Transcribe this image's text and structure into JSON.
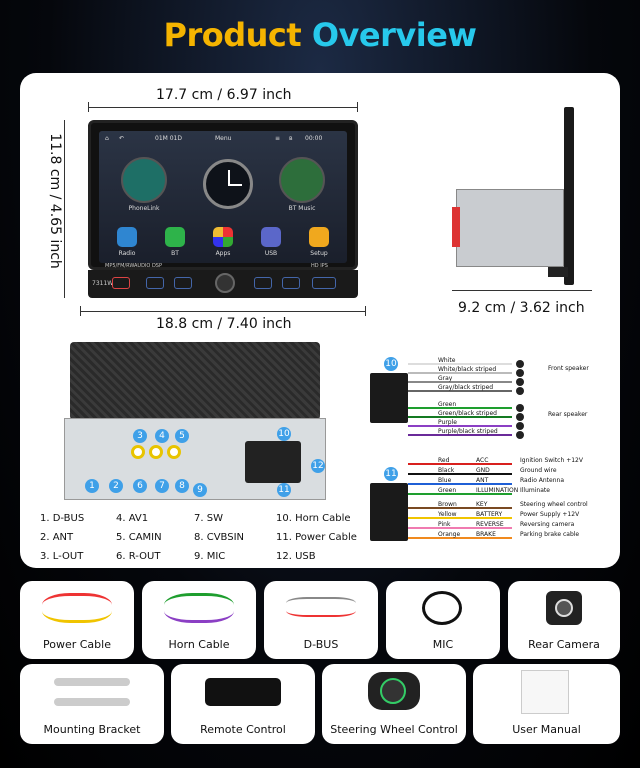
{
  "title": {
    "word1": "Product",
    "word2": "Overview"
  },
  "dimensions": {
    "front_width": "17.7 cm / 6.97 inch",
    "front_height": "11.8 cm / 4.65 inch",
    "panel_width": "18.8 cm / 7.40 inch",
    "depth": "9.2 cm / 3.62 inch"
  },
  "screen": {
    "status_date": "01M 01D",
    "status_menu": "Menu",
    "status_time": "00:00",
    "apps_top": [
      {
        "label": "PhoneLink"
      },
      {
        "label": "BT Music"
      }
    ],
    "apps_bottom": [
      {
        "label": "Radio"
      },
      {
        "label": "BT"
      },
      {
        "label": "Apps"
      },
      {
        "label": "USB"
      },
      {
        "label": "Setup"
      }
    ],
    "model": "7311W",
    "strip_left": "MP5/FM/RWAUDIO DSP",
    "strip_right": "HD IPS"
  },
  "ports": [
    {
      "n": "1",
      "label": "1. D-BUS"
    },
    {
      "n": "2",
      "label": "2. ANT"
    },
    {
      "n": "3",
      "label": "3. L-OUT"
    },
    {
      "n": "4",
      "label": "4. AV1"
    },
    {
      "n": "5",
      "label": "5. CAMIN"
    },
    {
      "n": "6",
      "label": "6. R-OUT"
    },
    {
      "n": "7",
      "label": "7. SW"
    },
    {
      "n": "8",
      "label": "8. CVBSIN"
    },
    {
      "n": "9",
      "label": "9. MIC"
    },
    {
      "n": "10",
      "label": "10. Horn Cable"
    },
    {
      "n": "11",
      "label": "11. Power Cable"
    },
    {
      "n": "12",
      "label": "12. USB"
    }
  ],
  "horn_wires": [
    {
      "label": "White",
      "color": "#dddddd"
    },
    {
      "label": "White/black striped",
      "color": "#bbbbbb"
    },
    {
      "label": "Gray",
      "color": "#888888"
    },
    {
      "label": "Gray/black striped",
      "color": "#666666"
    },
    {
      "label": "Green",
      "color": "#1e9e2e"
    },
    {
      "label": "Green/black striped",
      "color": "#147a22"
    },
    {
      "label": "Purple",
      "color": "#8b3fc4"
    },
    {
      "label": "Purple/black striped",
      "color": "#6a2a99"
    }
  ],
  "horn_notes": {
    "front": "Front speaker",
    "rear": "Rear speaker"
  },
  "power_wires": [
    {
      "label": "Red",
      "code": "ACC",
      "desc": "Ignition Switch +12V",
      "color": "#d8201e"
    },
    {
      "label": "Black",
      "code": "GND",
      "desc": "Ground wire",
      "color": "#111111"
    },
    {
      "label": "Blue",
      "code": "ANT",
      "desc": "Radio Antenna",
      "color": "#1f5fd6"
    },
    {
      "label": "Green",
      "code": "ILLUMINATION",
      "desc": "Illuminate",
      "color": "#1e9e2e"
    },
    {
      "label": "Brown",
      "code": "KEY",
      "desc": "Steering wheel control",
      "color": "#7a4a22"
    },
    {
      "label": "Yellow",
      "code": "BATTERY",
      "desc": "Power Supply +12V",
      "color": "#f0c400"
    },
    {
      "label": "Pink",
      "code": "REVERSE",
      "desc": "Reversing camera",
      "color": "#f07bb0"
    },
    {
      "label": "Orange",
      "code": "BRAKE",
      "desc": "Parking brake cable",
      "color": "#f08a1e"
    }
  ],
  "accessories": [
    {
      "label": "Power Cable"
    },
    {
      "label": "Horn Cable"
    },
    {
      "label": "D-BUS"
    },
    {
      "label": "MIC"
    },
    {
      "label": "Rear Camera"
    },
    {
      "label": "Mounting Bracket"
    },
    {
      "label": "Remote Control"
    },
    {
      "label": "Steering Wheel Control"
    },
    {
      "label": "User Manual"
    }
  ]
}
